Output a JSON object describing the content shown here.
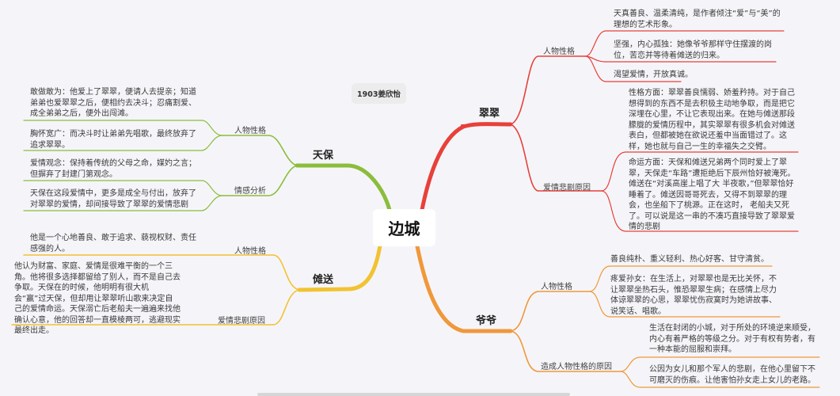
{
  "tag": "1903姜欣怡",
  "root": "边城",
  "colors": {
    "cuicui": "#e8403a",
    "tianbao": "#8bbd3c",
    "nuosong": "#f2c232",
    "yeye": "#f0983a",
    "background": "#f5f5f9"
  },
  "branches": {
    "cuicui": {
      "title": "翠翠",
      "children": [
        {
          "label": "人物性格",
          "items": [
            "天真善良、温柔清纯，是作者倾注“爱”与“美”的理想的艺术形象。",
            "坚强，内心孤独：她像爷爷那样守住摆渡的岗位，苦恋并等待着傩送的归来。",
            "渴望爱情，开放真诚。"
          ]
        },
        {
          "label": "爱情悲剧原因",
          "items": [
            "性格方面：翠翠善良懦弱、娇羞矜持。对于自己想得到的东西不是去积极主动地争取，而是把它深埋在心里，不让它表现出来。在她与傩送那段朦胧的爱情历程中，其实翠翠有很多机会对傩送表白，但都被她在欲说还羞中当面错过了。这样，她也就与自己一生的幸福失之交臂。",
            "命运方面：天保和傩送兄弟两个同时爱上了翠翠，天保走“车路”遭拒绝后下辰州恰好被淹死。傩送在“对溪高崖上唱了大 半夜歌，”但翠翠恰好睡着了。傩送因哥哥死去，又得不到翠翠的理会，也坐船下了桃源。正在这时， 老船夫又死了。可以说是这一串的不凑巧直接导致了翠翠爱情的悲剧"
          ]
        }
      ]
    },
    "tianbao": {
      "title": "天保",
      "children": [
        {
          "label": "人物性格",
          "items": [
            "敢做敢为：他爱上了翠翠，便请人去提亲；知道弟弟也爱翠翠之后，便相约去决斗；忍痛割爱、成全弟弟之后，便外出闯滩。",
            "胸怀宽广：而决斗时让弟弟先唱歌，最终放弃了追求翠翠。"
          ]
        },
        {
          "label": "情感分析",
          "items": [
            "爱情观念：保持着传统的父母之命，媒妁之言；但摒弃了封建门第观念。",
            "天保在这段爱情中，更多是成全与付出，放弃了对翠翠的爱情，却间接导致了翠翠的爱情悲剧"
          ]
        }
      ]
    },
    "nuosong": {
      "title": "傩送",
      "children": [
        {
          "label": "人物性格",
          "items": [
            "他是一个心地善良、敢于追求、藐视权财、责任感强的人。"
          ]
        },
        {
          "label": "爱情悲剧原因",
          "items": [
            "他认为财富、家庭、爱情是很难平衡的一个三角。他将很多选择都留给了别人，而不是自己去争取。天保在的时候，他明明有很大机会“赢”过天保，但却用让翠翠听山歌来决定自己的爱情命运。天保溺亡后老船夫一遍遍来找他确认心意，他的回答却一直模棱两可，逃避现实最终出走。"
          ]
        }
      ]
    },
    "yeye": {
      "title": "爷爷",
      "children": [
        {
          "label": "人物性格",
          "items": [
            "善良纯朴、重义轻利、热心好客、甘守清贫。",
            "疼爱孙女：在生活上，对翠翠也是无比关怀，不让翠翠坐热石头，惟恐翠翠生病；在感情上尽力体谅翠翠的心思，翠翠忧伤寂寞时为她讲故事、说笑话、唱歌。"
          ]
        },
        {
          "label": "造成人物性格的原因",
          "items": [
            "生活在封闭的小城，对于所处的环境逆来顺受，内心有着严格的等级之分。对于有权有势者，有一种本能的屈服和崇拜。",
            "公因为女儿和那个军人的悲剧，在他心里留下不可磨灭的伤痕。让他害怕孙女走上女儿的老路。"
          ]
        }
      ]
    }
  }
}
